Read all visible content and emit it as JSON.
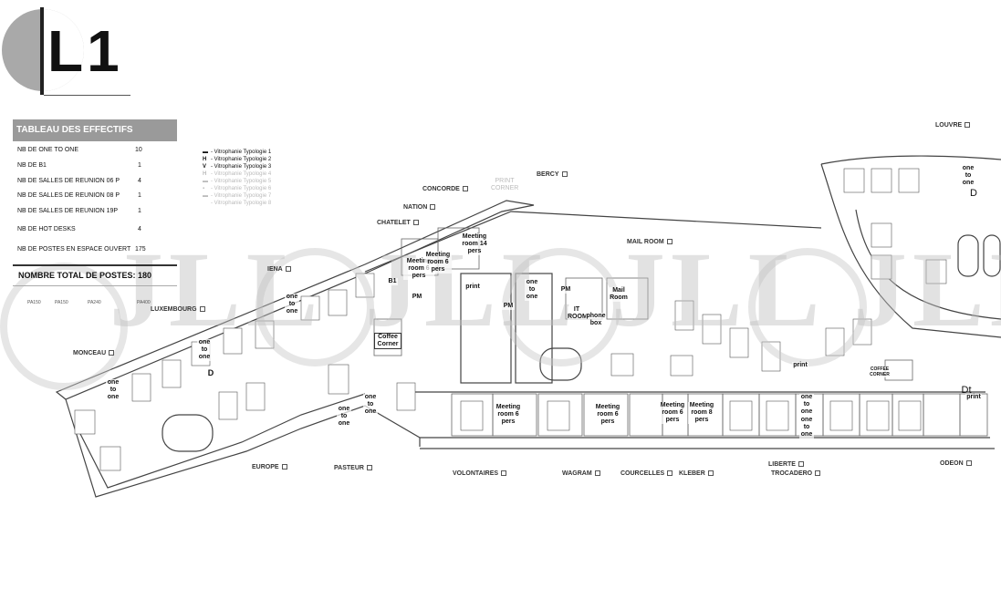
{
  "logo": {
    "text": "L1"
  },
  "tableau": {
    "title": "TABLEAU DES EFFECTIFS",
    "rows": [
      {
        "label": "NB DE ONE TO ONE",
        "value": "10"
      },
      {
        "label": "NB DE B1",
        "value": "1"
      },
      {
        "label": "NB DE SALLES DE REUNION 06 P",
        "value": "4"
      },
      {
        "label": "NB DE SALLES DE REUNION 08 P",
        "value": "1"
      },
      {
        "label": "NB DE SALLES DE REUNION 19P",
        "value": "1"
      },
      {
        "label": "NB DE HOT DESKS",
        "value": "4"
      },
      {
        "label": "NB DE POSTES EN ESPACE OUVERT",
        "value": "175"
      }
    ],
    "total": "NOMBRE TOTAL DE POSTES: 180",
    "section_codes": [
      "PA150",
      "PA150",
      "PA240",
      "PA400"
    ]
  },
  "legend": [
    {
      "symbol": "▬",
      "label": "- Vitrophanie Typologie 1",
      "faint": false
    },
    {
      "symbol": "H",
      "label": "- Vitrophanie Typologie 2",
      "faint": false
    },
    {
      "symbol": "V",
      "label": "- Vitrophanie Typologie 3",
      "faint": false
    },
    {
      "symbol": "H",
      "label": "- Vitrophanie Typologie 4",
      "faint": true
    },
    {
      "symbol": "▬",
      "label": "- Vitrophanie Typologie 5",
      "faint": true
    },
    {
      "symbol": "▪",
      "label": "- Vitrophanie Typologie 6",
      "faint": true
    },
    {
      "symbol": "▬",
      "label": "- Vitrophanie Typologie 7",
      "faint": true
    },
    {
      "symbol": "",
      "label": "- Vitrophanie Typologie 8",
      "faint": true
    }
  ],
  "places": {
    "louvre": "LOUVRE",
    "bercy": "BERCY",
    "print_corner": "PRINT CORNER",
    "concorde": "CONCORDE",
    "nation": "NATION",
    "chatelet": "CHATELET",
    "mail_room": "MAIL ROOM",
    "iena": "IENA",
    "luxembourg": "LUXEMBOURG",
    "monceau": "MONCEAU",
    "europe": "EUROPE",
    "pasteur": "PASTEUR",
    "volontaires": "VOLONTAIRES",
    "wagram": "WAGRAM",
    "courcelles": "COURCELLES",
    "kleber": "KLEBER",
    "liberte": "LIBERTE",
    "trocadero": "TROCADERO",
    "odeon": "ODEON"
  },
  "rooms": {
    "meeting_14": "Meeting room 14 pers",
    "meeting_a": "Meeting room 6 pers",
    "meeting_b": "Meeting room 6 pers",
    "b1": "B1",
    "print": "print",
    "it_room": "IT ROOM",
    "phone_box": "phone box",
    "mail_room_lbl": "Mail Room",
    "coffee_corner": "Coffee Corner",
    "coffee_corner_r": "COFFEE CORNER",
    "one_to_one": "one to one",
    "meeting_v": "Meeting room 6 pers",
    "meeting_w": "Meeting room 6 pers",
    "meeting_k": "Meeting room 6 pers",
    "meeting_l": "Meeting room 8 pers",
    "print_r": "print",
    "d": "D",
    "pm": "PM",
    "dt": "Dt"
  },
  "watermark": "JLL"
}
